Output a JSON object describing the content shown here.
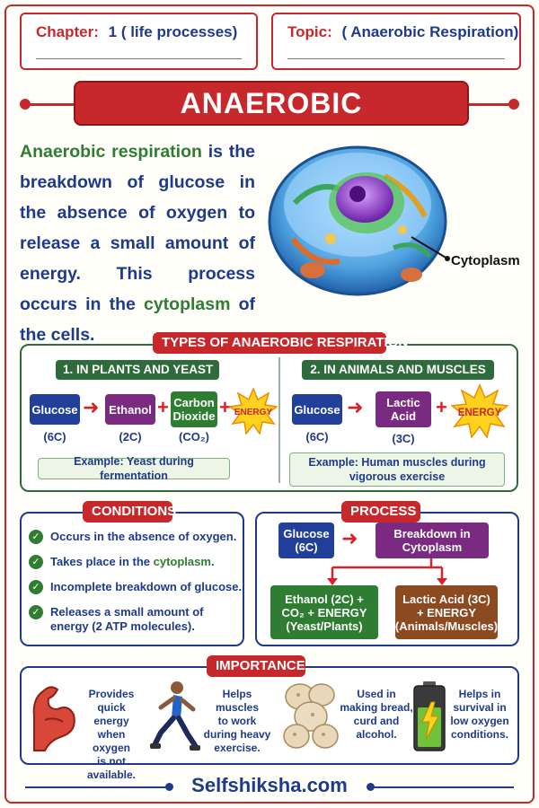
{
  "header": {
    "chapter_key": "Chapter:",
    "chapter_value": "1 ( life processes)",
    "topic_key": "Topic:",
    "topic_value": "( Anaerobic Respiration)"
  },
  "title": "ANAEROBIC RESPIRATION",
  "intro": {
    "term": "Anaerobic respiration",
    "part1": " is the breakdown of glucose in the absence of oxygen to release a small amount of energy. This process occurs in the ",
    "highlight": "cytoplasm",
    "part2": " of the cells."
  },
  "cell_label": "Cytoplasm",
  "types": {
    "label": "TYPES OF ANAEROBIC RESPIRATION",
    "plants": {
      "heading": "1. IN PLANTS AND YEAST",
      "glucose": "Glucose",
      "glucose_formula": "(6C)",
      "ethanol": "Ethanol",
      "ethanol_formula": "(2C)",
      "co2_line1": "Carbon",
      "co2_line2": "Dioxide",
      "co2_formula": "(CO₂)",
      "energy": "ENERGY",
      "example": "Example: Yeast during fermentation"
    },
    "animals": {
      "heading": "2. IN ANIMALS AND MUSCLES",
      "glucose": "Glucose",
      "glucose_formula": "(6C)",
      "lactic_line1": "Lactic",
      "lactic_line2": "Acid",
      "lactic_formula": "(3C)",
      "energy": "ENERGY",
      "example_line1": "Example:  Human muscles during",
      "example_line2": "vigorous exercise"
    }
  },
  "conditions": {
    "label": "CONDITIONS",
    "items": [
      {
        "text": "Occurs in the absence of oxygen."
      },
      {
        "pre": "Takes place in the ",
        "hl": "cytoplasm",
        "post": "."
      },
      {
        "text": "Incomplete breakdown of glucose."
      },
      {
        "text": "Releases a small amount of energy (2 ATP molecules)."
      }
    ]
  },
  "process": {
    "label": "PROCESS",
    "glucose_line1": "Glucose",
    "glucose_line2": "(6C)",
    "breakdown_line1": "Breakdown in",
    "breakdown_line2": "Cytoplasm",
    "ethanol_line1": "Ethanol (2C) +",
    "ethanol_line2": "CO₂ + ENERGY",
    "ethanol_line3": "(Yeast/Plants)",
    "lactic_line1": "Lactic Acid (3C)",
    "lactic_line2": "+ ENERGY",
    "lactic_line3": "(Animals/Muscles)"
  },
  "importance": {
    "label": "IMPORTANCE",
    "items": [
      {
        "lines": [
          "Provides",
          "quick energy",
          "when oxygen",
          "is not available."
        ],
        "icon": "muscle-icon"
      },
      {
        "lines": [
          "Helps muscles",
          "to work",
          "during heavy",
          "exercise."
        ],
        "icon": "runner-icon"
      },
      {
        "lines": [
          "Used in",
          "making bread,",
          "curd and",
          "alcohol."
        ],
        "icon": "yeast-icon"
      },
      {
        "lines": [
          "Helps in",
          "survival in",
          "low oxygen",
          "conditions."
        ],
        "icon": "battery-icon"
      }
    ]
  },
  "footer": "Selfshiksha.com",
  "colors": {
    "red": "#c7282c",
    "navy": "#1e3a8a",
    "green": "#2e7d32",
    "purple": "#7b2a82"
  }
}
